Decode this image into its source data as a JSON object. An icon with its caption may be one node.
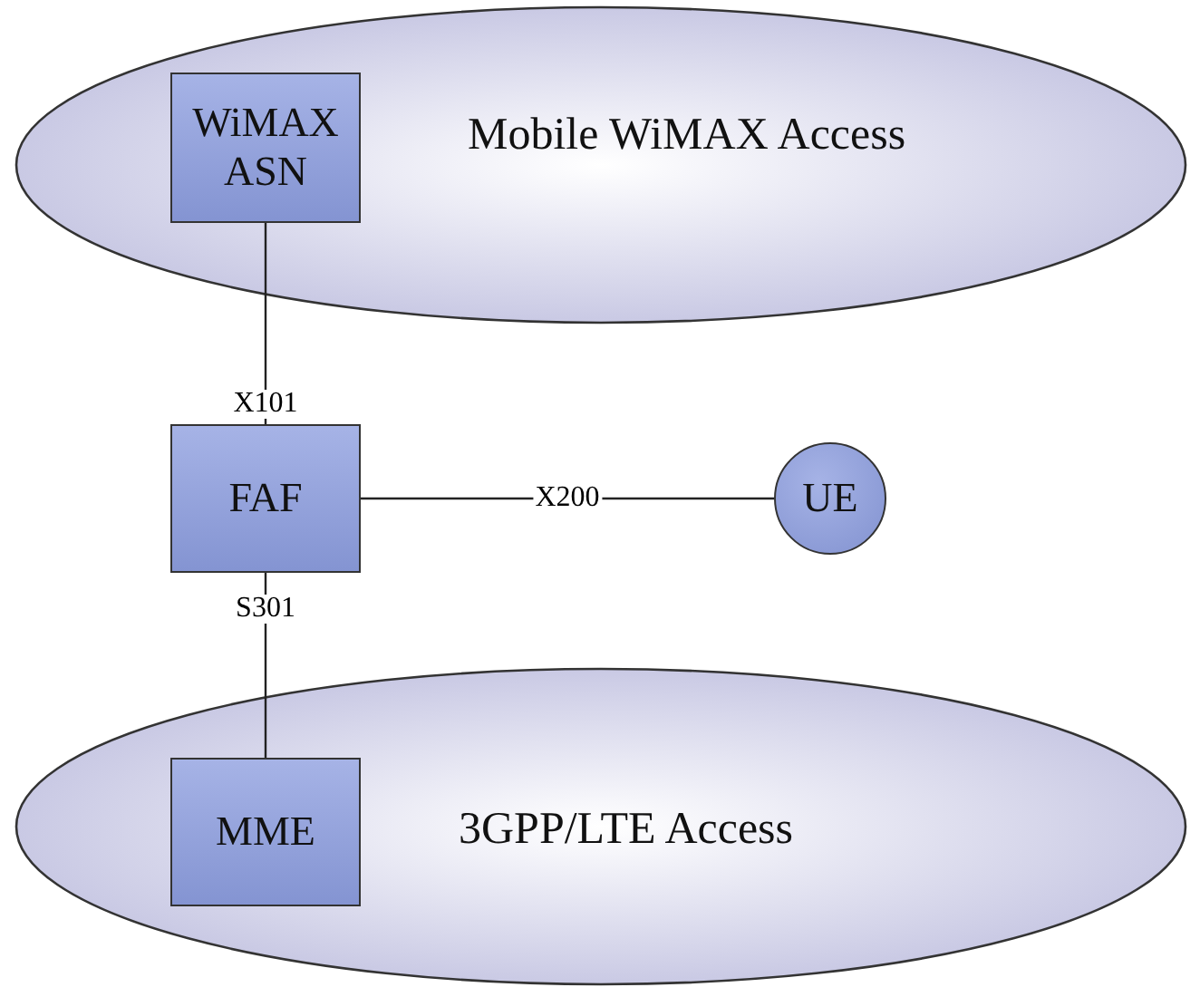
{
  "diagram": {
    "nodes": [
      {
        "text": [
          "Mobile WiMAX Access"
        ]
      },
      {
        "text": [
          "WiMAX ASN"
        ],
        "in": 0
      },
      {
        "text": [
          "FAF"
        ]
      },
      {
        "text": [
          "UE"
        ]
      },
      {
        "text": [
          "3GPP/LTE Access"
        ]
      },
      {
        "text": [
          "MME"
        ],
        "in": 4
      }
    ],
    "edges": [
      {
        "from": 1,
        "to": 2,
        "arrow": "none",
        "label": "X101"
      },
      {
        "from": 2,
        "to": 3,
        "arrow": "none",
        "label": "X200"
      },
      {
        "from": 2,
        "to": 5,
        "arrow": "none",
        "label": "S301"
      }
    ]
  }
}
